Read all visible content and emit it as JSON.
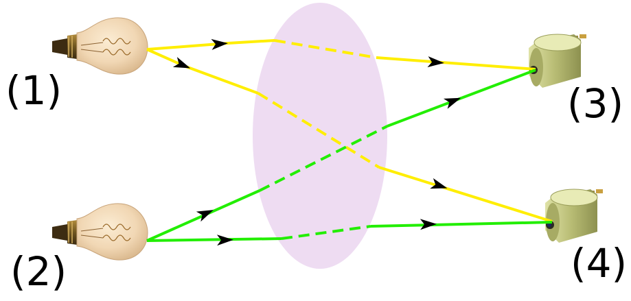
{
  "labels": {
    "source_1": "(1)",
    "source_2": "(2)",
    "detector_3": "(3)",
    "detector_4": "(4)"
  },
  "colors": {
    "beam_from_source_1": "#ffee00",
    "beam_from_source_2": "#22ee00",
    "scattering_region": "#eedcf2",
    "arrow": "#000000",
    "bulb_glass": "#f3dcc0",
    "bulb_base": "#8a6a2a",
    "detector_body": "#c9cc8a"
  },
  "icons": {
    "source_1": "light-bulb-icon",
    "source_2": "light-bulb-icon",
    "detector_3": "photodetector-icon",
    "detector_4": "photodetector-icon"
  }
}
